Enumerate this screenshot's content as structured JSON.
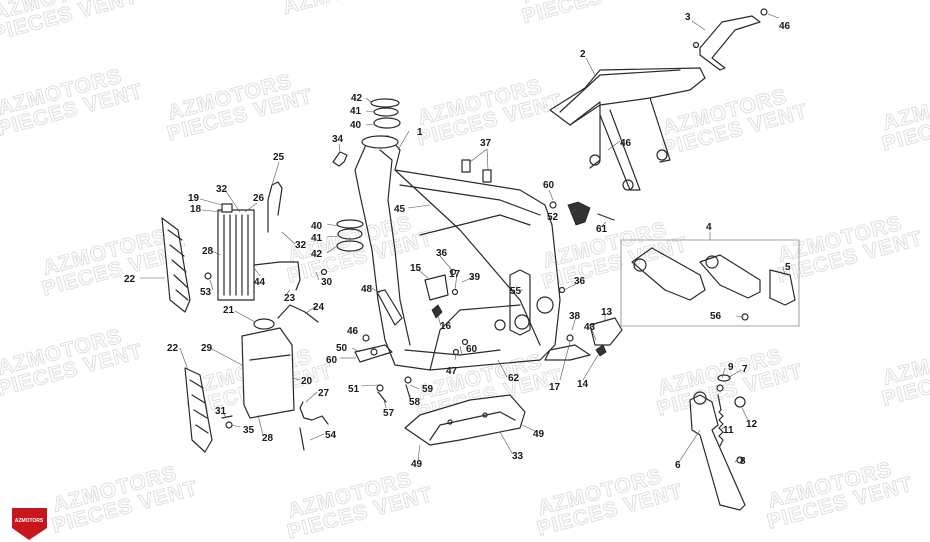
{
  "watermark": {
    "line1": "AZMOTORS",
    "line2": "PIECES VENT"
  },
  "logo": {
    "text": "AZMOTORS",
    "color": "#c8161d"
  },
  "callouts": [
    {
      "id": "c1",
      "text": "1"
    },
    {
      "id": "c2",
      "text": "2"
    },
    {
      "id": "c3",
      "text": "3"
    },
    {
      "id": "c4",
      "text": "4"
    },
    {
      "id": "c5",
      "text": "5"
    },
    {
      "id": "c6",
      "text": "6"
    },
    {
      "id": "c7",
      "text": "7"
    },
    {
      "id": "c8",
      "text": "8"
    },
    {
      "id": "c9",
      "text": "9"
    },
    {
      "id": "c11",
      "text": "11"
    },
    {
      "id": "c12",
      "text": "12"
    },
    {
      "id": "c13",
      "text": "13"
    },
    {
      "id": "c14",
      "text": "14"
    },
    {
      "id": "c15",
      "text": "15"
    },
    {
      "id": "c16",
      "text": "16"
    },
    {
      "id": "c17a",
      "text": "17"
    },
    {
      "id": "c17b",
      "text": "17"
    },
    {
      "id": "c18",
      "text": "18"
    },
    {
      "id": "c19",
      "text": "19"
    },
    {
      "id": "c20",
      "text": "20"
    },
    {
      "id": "c21",
      "text": "21"
    },
    {
      "id": "c22a",
      "text": "22"
    },
    {
      "id": "c22b",
      "text": "22"
    },
    {
      "id": "c23",
      "text": "23"
    },
    {
      "id": "c24",
      "text": "24"
    },
    {
      "id": "c25",
      "text": "25"
    },
    {
      "id": "c26",
      "text": "26"
    },
    {
      "id": "c27",
      "text": "27"
    },
    {
      "id": "c28a",
      "text": "28"
    },
    {
      "id": "c28b",
      "text": "28"
    },
    {
      "id": "c29",
      "text": "29"
    },
    {
      "id": "c30",
      "text": "30"
    },
    {
      "id": "c31",
      "text": "31"
    },
    {
      "id": "c32a",
      "text": "32"
    },
    {
      "id": "c32b",
      "text": "32"
    },
    {
      "id": "c33",
      "text": "33"
    },
    {
      "id": "c34",
      "text": "34"
    },
    {
      "id": "c35",
      "text": "35"
    },
    {
      "id": "c36a",
      "text": "36"
    },
    {
      "id": "c36b",
      "text": "36"
    },
    {
      "id": "c37",
      "text": "37"
    },
    {
      "id": "c38",
      "text": "38"
    },
    {
      "id": "c39",
      "text": "39"
    },
    {
      "id": "c40a",
      "text": "40"
    },
    {
      "id": "c40b",
      "text": "40"
    },
    {
      "id": "c41a",
      "text": "41"
    },
    {
      "id": "c41b",
      "text": "41"
    },
    {
      "id": "c42a",
      "text": "42"
    },
    {
      "id": "c42b",
      "text": "42"
    },
    {
      "id": "c43",
      "text": "43"
    },
    {
      "id": "c44",
      "text": "44"
    },
    {
      "id": "c45",
      "text": "45"
    },
    {
      "id": "c46a",
      "text": "46"
    },
    {
      "id": "c46b",
      "text": "46"
    },
    {
      "id": "c46c",
      "text": "46"
    },
    {
      "id": "c47",
      "text": "47"
    },
    {
      "id": "c48",
      "text": "48"
    },
    {
      "id": "c49a",
      "text": "49"
    },
    {
      "id": "c49b",
      "text": "49"
    },
    {
      "id": "c50",
      "text": "50"
    },
    {
      "id": "c51",
      "text": "51"
    },
    {
      "id": "c52",
      "text": "52"
    },
    {
      "id": "c53",
      "text": "53"
    },
    {
      "id": "c54",
      "text": "54"
    },
    {
      "id": "c55",
      "text": "55"
    },
    {
      "id": "c56",
      "text": "56"
    },
    {
      "id": "c57",
      "text": "57"
    },
    {
      "id": "c58",
      "text": "58"
    },
    {
      "id": "c59",
      "text": "59"
    },
    {
      "id": "c60a",
      "text": "60"
    },
    {
      "id": "c60b",
      "text": "60"
    },
    {
      "id": "c60c",
      "text": "60"
    },
    {
      "id": "c61",
      "text": "61"
    },
    {
      "id": "c62",
      "text": "62"
    }
  ]
}
